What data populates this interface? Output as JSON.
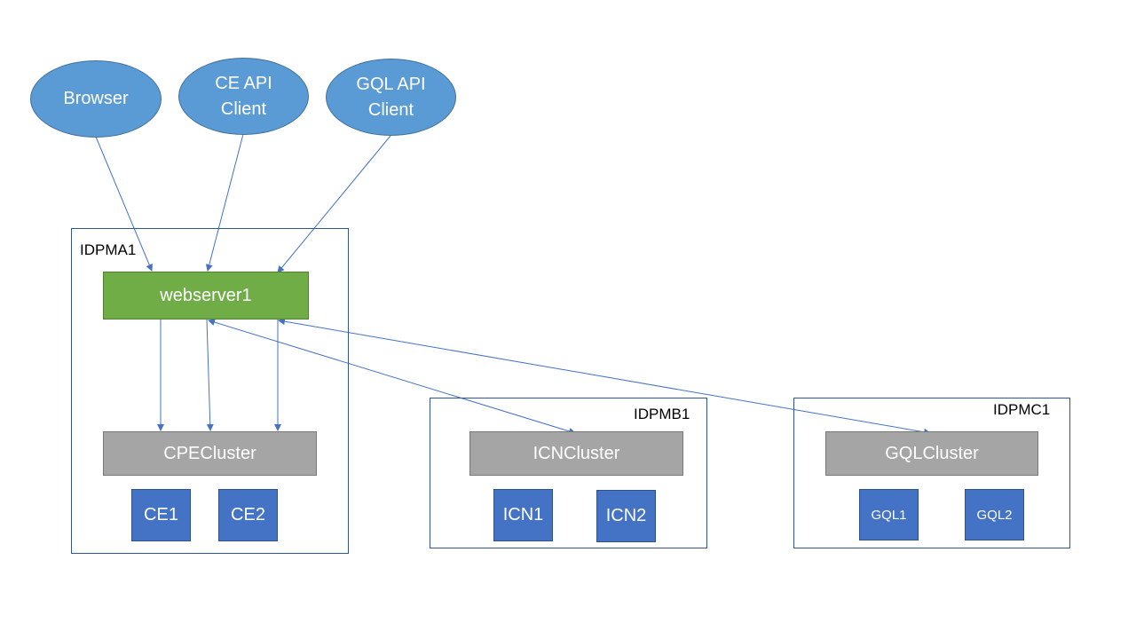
{
  "colors": {
    "client_fill": "#5b9bd5",
    "webserver_fill": "#70ad47",
    "cluster_fill": "#a5a5a5",
    "node_fill": "#4472c4",
    "connector": "#4472c4",
    "frame_border": "#2f5597"
  },
  "clients": {
    "browser": "Browser",
    "ce_api": "CE API\nClient",
    "gql_api": "GQL API\nClient"
  },
  "hosts": {
    "a": {
      "label": "IDPMA1",
      "webserver": "webserver1",
      "cluster": "CPECluster",
      "nodes": [
        "CE1",
        "CE2"
      ]
    },
    "b": {
      "label": "IDPMB1",
      "cluster": "ICNCluster",
      "nodes": [
        "ICN1",
        "ICN2"
      ]
    },
    "c": {
      "label": "IDPMC1",
      "cluster": "GQLCluster",
      "nodes": [
        "GQL1",
        "GQL2"
      ]
    }
  }
}
